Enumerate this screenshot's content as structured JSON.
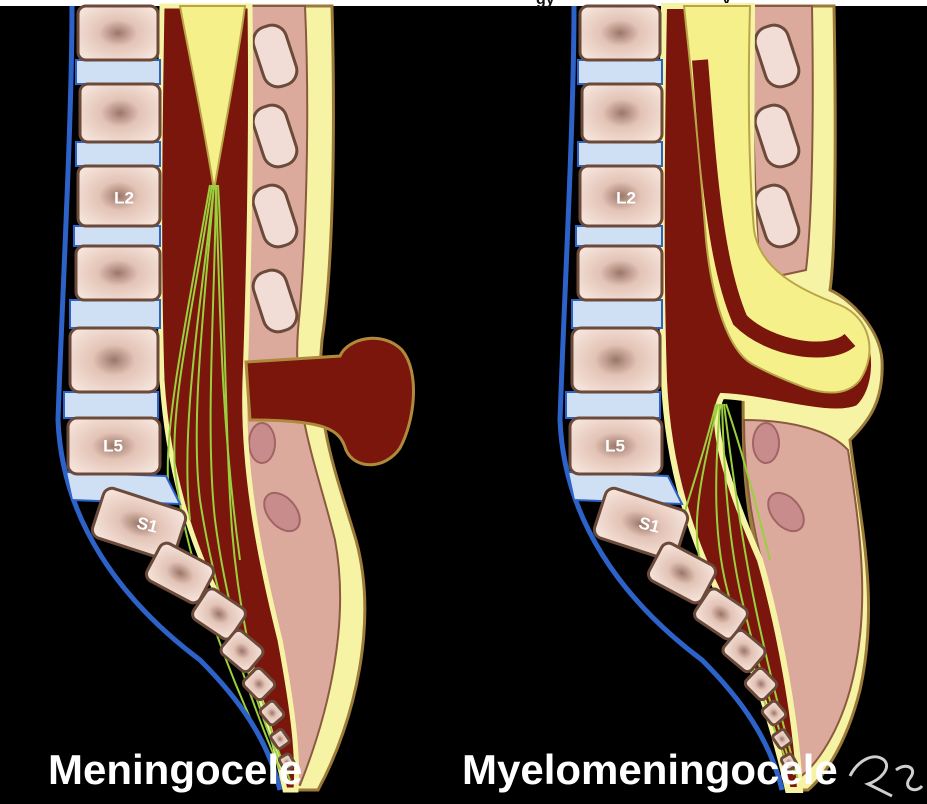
{
  "header_fragment": "gy",
  "header_fragment_right": "y",
  "panels": [
    {
      "id": "meningocele",
      "caption": "Meningocele",
      "vertebra_labels": [
        "L2",
        "L5",
        "S1"
      ]
    },
    {
      "id": "myelomeningocele",
      "caption": "Myelomeningocele",
      "vertebra_labels": [
        "L2",
        "L5",
        "S1"
      ]
    }
  ],
  "colors": {
    "background": "#000000",
    "vertebra_fill": "#f1d7cc",
    "disc_fill": "#cfe0f5",
    "dura_blue": "#2d62c9",
    "csf_dark_red": "#7a160c",
    "muscle_pink": "#dcaa9c",
    "fat_yellow": "#f7f3a5",
    "cord_yellow": "#f6f08a",
    "nerve_green": "#9bcf3d"
  },
  "logo_text": "RS"
}
